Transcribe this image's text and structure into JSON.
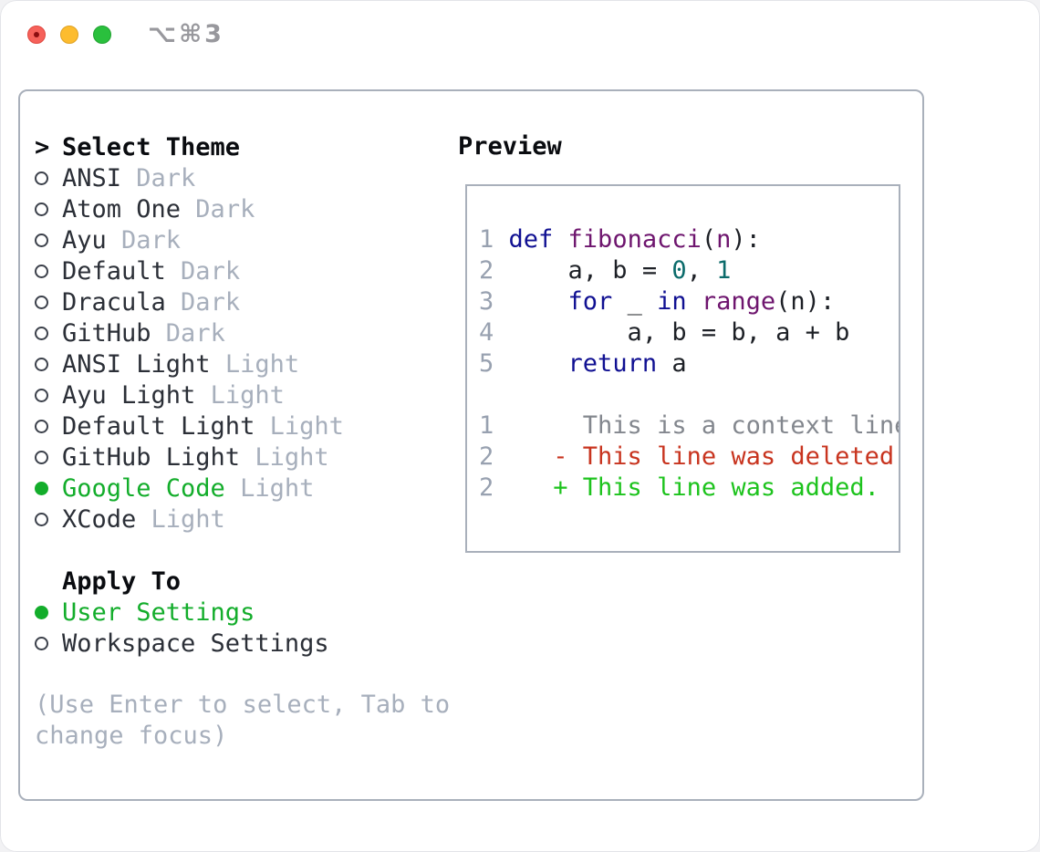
{
  "window": {
    "title": "⌥⌘3",
    "traffic_lights": [
      "close",
      "minimize",
      "zoom"
    ]
  },
  "colors": {
    "accent_green": "#13ad2b",
    "added_green": "#1dc31d",
    "deleted_red": "#c8341f",
    "keyword_blue": "#101092",
    "title_purple": "#6e156e",
    "number_teal": "#0b6b6b",
    "muted_gray": "#a7afbc",
    "border_gray": "#a9b0bb"
  },
  "theme_picker": {
    "header_prefix": ">",
    "header": "Select Theme",
    "items": [
      {
        "name": "ANSI",
        "variant": "Dark",
        "selected": false
      },
      {
        "name": "Atom One",
        "variant": "Dark",
        "selected": false
      },
      {
        "name": "Ayu",
        "variant": "Dark",
        "selected": false
      },
      {
        "name": "Default",
        "variant": "Dark",
        "selected": false
      },
      {
        "name": "Dracula",
        "variant": "Dark",
        "selected": false
      },
      {
        "name": "GitHub",
        "variant": "Dark",
        "selected": false
      },
      {
        "name": "ANSI Light",
        "variant": "Light",
        "selected": false
      },
      {
        "name": "Ayu Light",
        "variant": "Light",
        "selected": false
      },
      {
        "name": "Default Light",
        "variant": "Light",
        "selected": false
      },
      {
        "name": "GitHub Light",
        "variant": "Light",
        "selected": false
      },
      {
        "name": "Google Code",
        "variant": "Light",
        "selected": true
      },
      {
        "name": "XCode",
        "variant": "Light",
        "selected": false
      }
    ],
    "apply_to": {
      "header": "Apply To",
      "options": [
        {
          "label": "User Settings",
          "selected": true
        },
        {
          "label": "Workspace Settings",
          "selected": false
        }
      ]
    },
    "hint_lines": [
      "(Use Enter to select, Tab to",
      "change focus)"
    ]
  },
  "preview": {
    "header": "Preview",
    "lines": [
      {
        "segments": [
          {
            "t": "1 ",
            "c": "lineno"
          },
          {
            "t": "def ",
            "c": "keyword"
          },
          {
            "t": "fibonacci",
            "c": "title"
          },
          {
            "t": "(",
            "c": "plain"
          },
          {
            "t": "n",
            "c": "title"
          },
          {
            "t": "):",
            "c": "plain"
          }
        ]
      },
      {
        "segments": [
          {
            "t": "2 ",
            "c": "lineno"
          },
          {
            "t": "    a, b = ",
            "c": "plain"
          },
          {
            "t": "0",
            "c": "number"
          },
          {
            "t": ", ",
            "c": "plain"
          },
          {
            "t": "1",
            "c": "number"
          }
        ]
      },
      {
        "segments": [
          {
            "t": "3 ",
            "c": "lineno"
          },
          {
            "t": "    ",
            "c": "plain"
          },
          {
            "t": "for",
            "c": "keyword"
          },
          {
            "t": " _ ",
            "c": "plain"
          },
          {
            "t": "in",
            "c": "keyword"
          },
          {
            "t": " ",
            "c": "plain"
          },
          {
            "t": "range",
            "c": "title"
          },
          {
            "t": "(n):",
            "c": "plain"
          }
        ]
      },
      {
        "segments": [
          {
            "t": "4 ",
            "c": "lineno"
          },
          {
            "t": "        a, b = b, a + b",
            "c": "plain"
          }
        ]
      },
      {
        "segments": [
          {
            "t": "5 ",
            "c": "lineno"
          },
          {
            "t": "    ",
            "c": "plain"
          },
          {
            "t": "return",
            "c": "keyword"
          },
          {
            "t": " a",
            "c": "plain"
          }
        ]
      },
      {
        "segments": [
          {
            "t": "",
            "c": "plain"
          }
        ]
      },
      {
        "segments": [
          {
            "t": "1 ",
            "c": "lineno"
          },
          {
            "t": "     This is a context line.",
            "c": "context"
          }
        ]
      },
      {
        "segments": [
          {
            "t": "2 ",
            "c": "lineno"
          },
          {
            "t": "   - This line was deleted.",
            "c": "deleted"
          }
        ]
      },
      {
        "segments": [
          {
            "t": "2 ",
            "c": "lineno"
          },
          {
            "t": "   + This line was added.",
            "c": "added"
          }
        ]
      }
    ]
  }
}
